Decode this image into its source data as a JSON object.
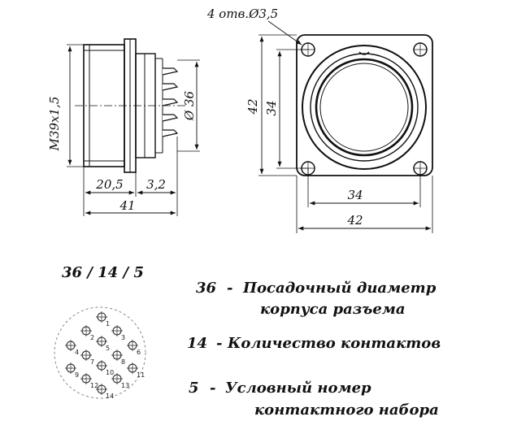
{
  "side_view": {
    "thread_label": "M39x1,5",
    "diameter_label": "Ø 36",
    "dim_body": "20,5",
    "dim_flange": "3,2",
    "dim_total": "41"
  },
  "front_view": {
    "holes_label": "4 отв.Ø3,5",
    "dim_inner_v": "34",
    "dim_outer_v": "42",
    "dim_inner_h": "34",
    "dim_outer_h": "42"
  },
  "code": {
    "label": "36 / 14 / 5"
  },
  "pinout": {
    "pins": [
      "1",
      "2",
      "3",
      "4",
      "5",
      "6",
      "7",
      "8",
      "9",
      "10",
      "11",
      "12",
      "13",
      "14"
    ]
  },
  "legend": [
    {
      "num": "36",
      "dash": "-",
      "line1": "Посадочный диаметр",
      "line2": "корпуса разъема"
    },
    {
      "num": "14",
      "dash": "-",
      "line1": "Количество контактов",
      "line2": ""
    },
    {
      "num": "5",
      "dash": "-",
      "line1": "Условный номер",
      "line2": "контактного набора"
    }
  ]
}
